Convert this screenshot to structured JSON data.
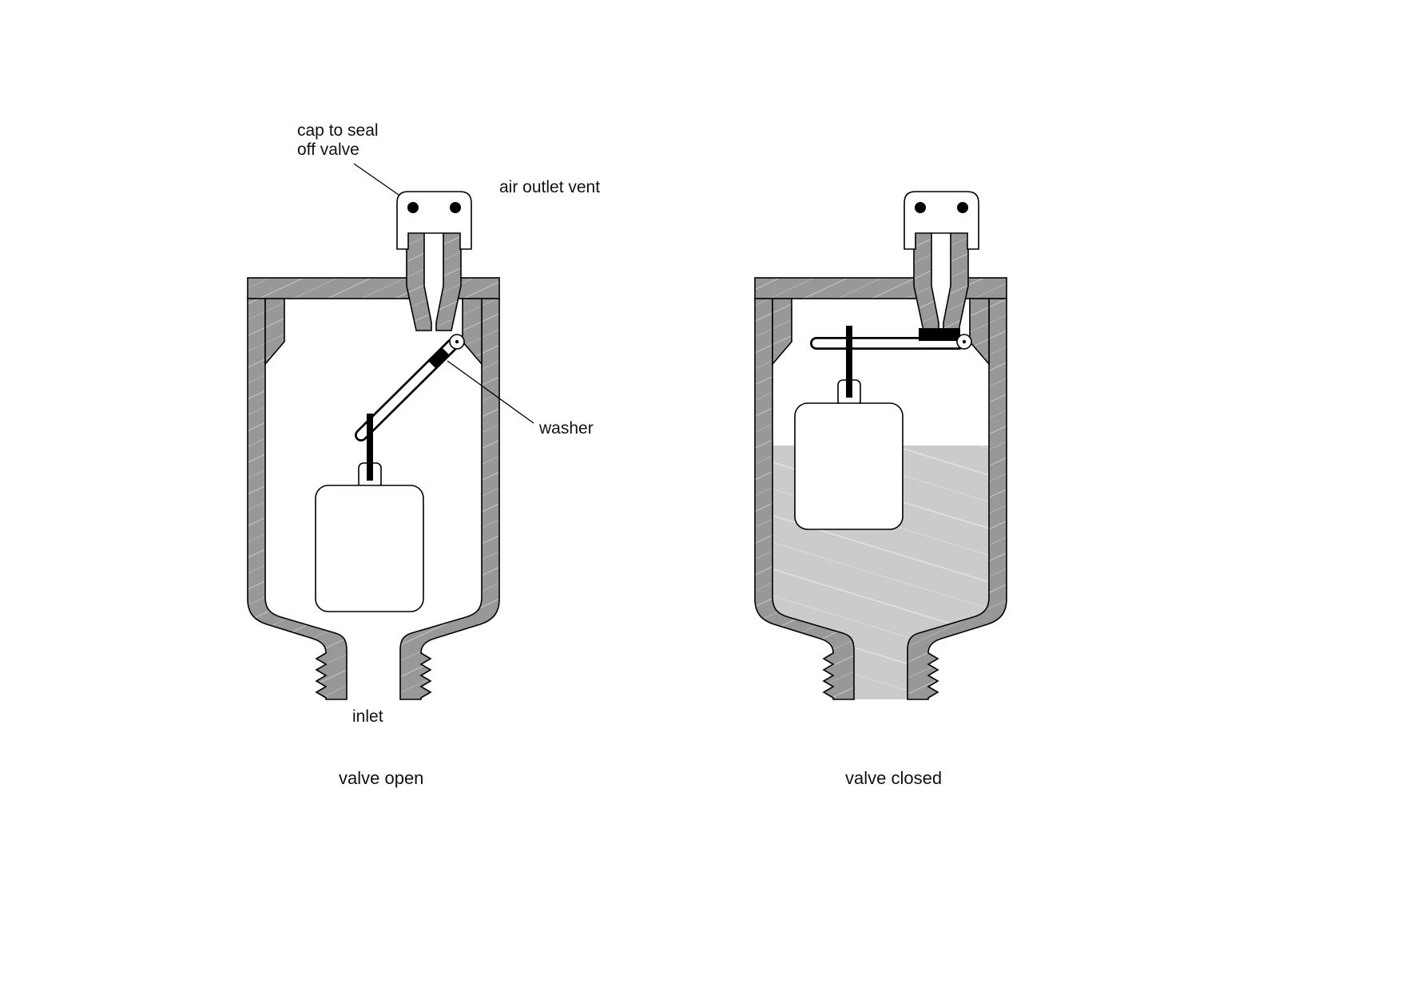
{
  "diagram": {
    "captions": {
      "left": "valve open",
      "right": "valve closed"
    },
    "labels": {
      "cap_line1": "cap to seal",
      "cap_line2": "off valve",
      "air_outlet_vent": "air outlet vent",
      "washer": "washer",
      "inlet": "inlet"
    },
    "colors": {
      "wall_gray": "#989898",
      "water_gray": "#cbcbcb",
      "outline": "#000000",
      "background": "#ffffff"
    }
  }
}
